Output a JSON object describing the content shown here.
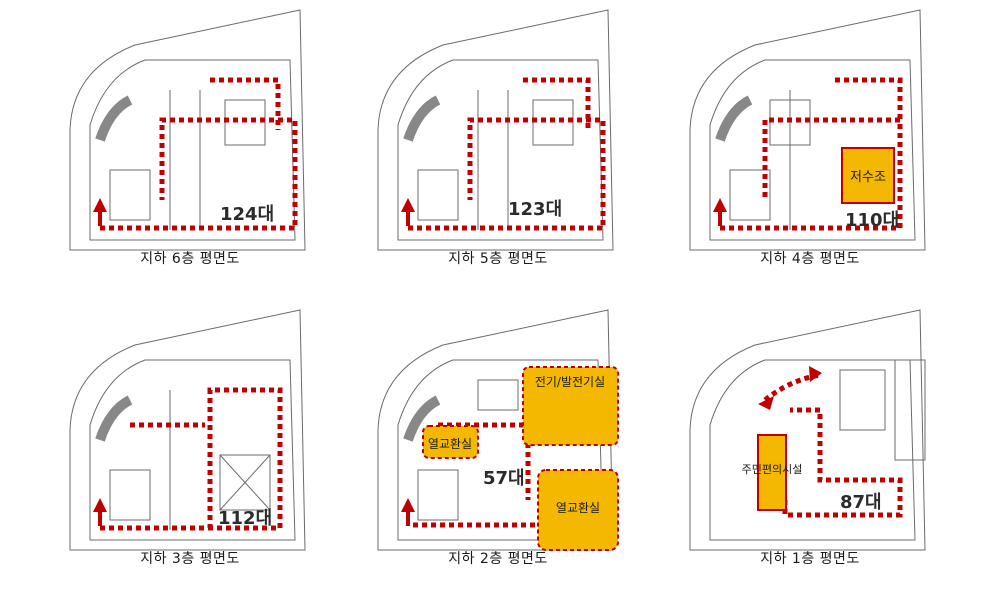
{
  "colors": {
    "route": "#c00000",
    "room_fill": "#f5b800",
    "room_border": "#c00000",
    "plan_line": "#6b6b6b"
  },
  "panels": [
    {
      "caption": "지하 6층 평면도",
      "count": "124대",
      "rooms": []
    },
    {
      "caption": "지하 5층 평면도",
      "count": "123대",
      "rooms": []
    },
    {
      "caption": "지하 4층 평면도",
      "count": "110대",
      "rooms": [
        {
          "label": "저수조"
        }
      ]
    },
    {
      "caption": "지하 3층 평면도",
      "count": "112대",
      "rooms": []
    },
    {
      "caption": "지하 2층 평면도",
      "count": "57대",
      "rooms": [
        {
          "label": "전기/발전기실"
        },
        {
          "label": "열교환실"
        },
        {
          "label": "열교환실"
        }
      ]
    },
    {
      "caption": "지하 1층 평면도",
      "count": "87대",
      "rooms": [
        {
          "label": "주민편의시설"
        }
      ]
    }
  ]
}
